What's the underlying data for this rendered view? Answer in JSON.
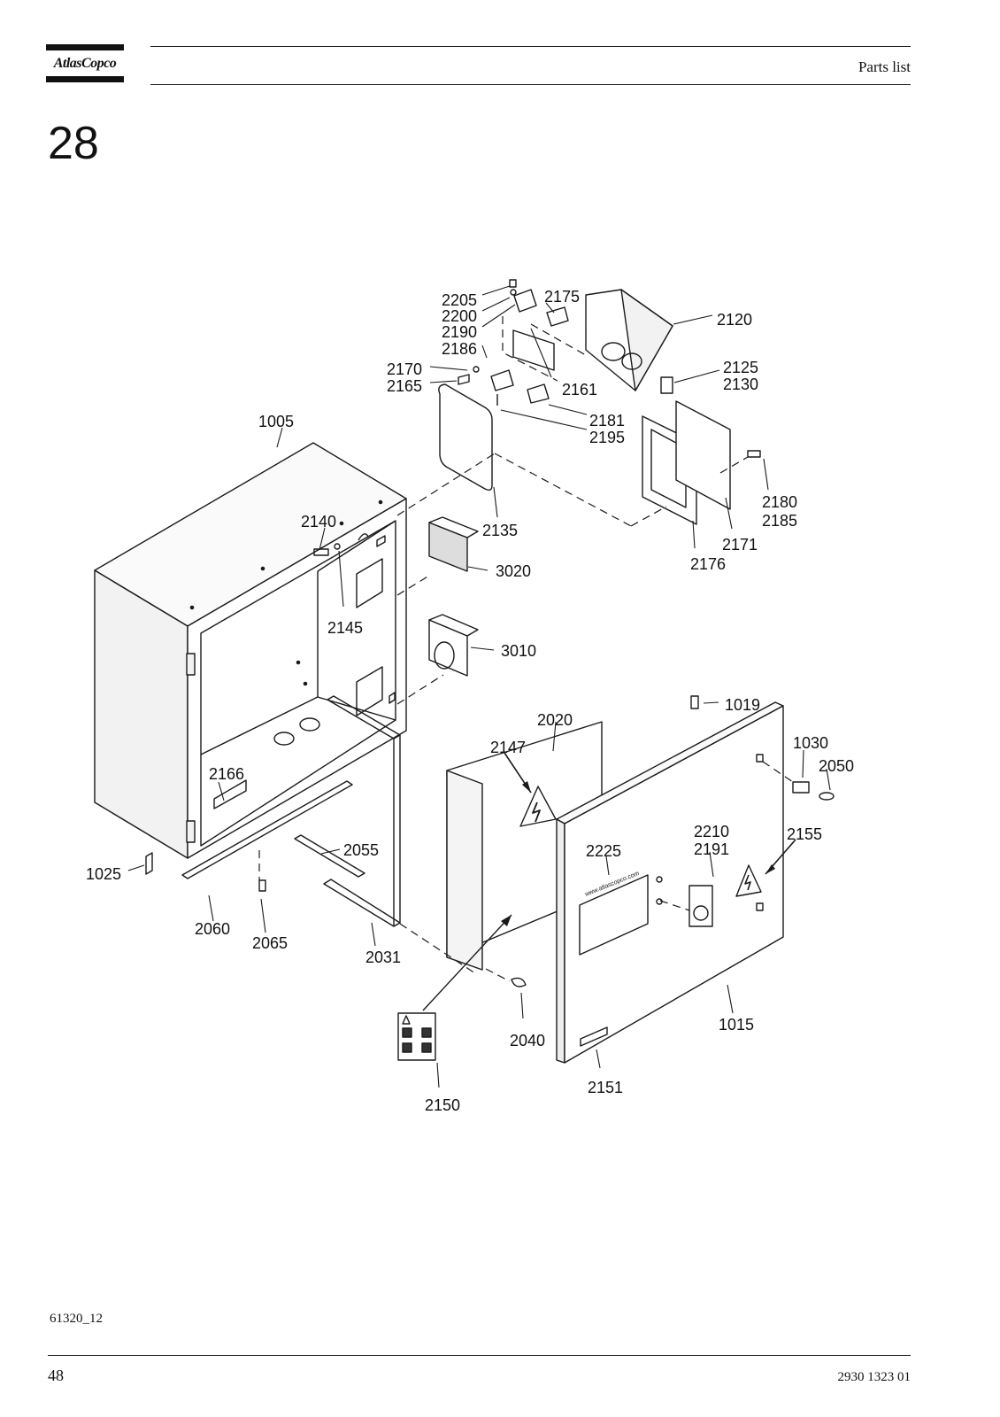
{
  "header": {
    "brand": "AtlasCopco",
    "section": "Parts list"
  },
  "chapter": "28",
  "figure": {
    "stamp_url": "www.atlascopco.com",
    "callouts": {
      "c2205": "2205",
      "c2200": "2200",
      "c2190": "2190",
      "c2186": "2186",
      "c2175": "2175",
      "c2120": "2120",
      "c2170": "2170",
      "c2165": "2165",
      "c2161": "2161",
      "c2125": "2125",
      "c2130": "2130",
      "c2181": "2181",
      "c2195": "2195",
      "c1005": "1005",
      "c2180": "2180",
      "c2185": "2185",
      "c2135": "2135",
      "c2140": "2140",
      "c2171": "2171",
      "c2176": "2176",
      "c3020": "3020",
      "c2145": "2145",
      "c3010": "3010",
      "c1019": "1019",
      "c2020": "2020",
      "c2147": "2147",
      "c1030": "1030",
      "c2050": "2050",
      "c2166": "2166",
      "c2210": "2210",
      "c2191": "2191",
      "c2155": "2155",
      "c2225": "2225",
      "c2055": "2055",
      "c1025": "1025",
      "c2060": "2060",
      "c2065": "2065",
      "c2031": "2031",
      "c1015": "1015",
      "c2040": "2040",
      "c2151": "2151",
      "c2150": "2150"
    },
    "reference": "61320_12"
  },
  "footer": {
    "page": "48",
    "document": "2930 1323 01"
  }
}
